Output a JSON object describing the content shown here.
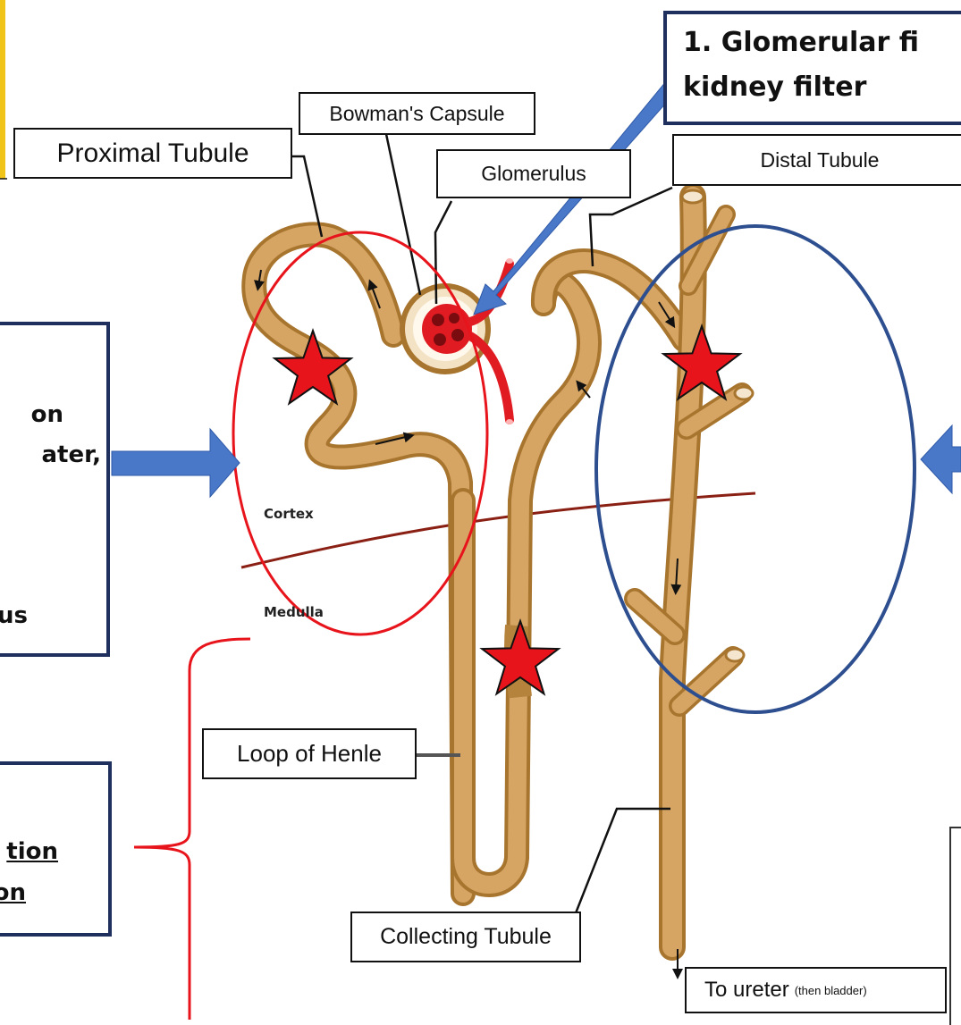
{
  "labels": {
    "bowmans_capsule": "Bowman's Capsule",
    "proximal_tubule": "Proximal Tubule",
    "glomerulus": "Glomerulus",
    "distal_tubule": "Distal Tubule",
    "loop_of_henle": "Loop of Henle",
    "collecting_tubule": "Collecting Tubule",
    "to_ureter": "To ureter",
    "to_ureter_note": "(then bladder)",
    "cortex": "Cortex",
    "medulla": "Medulla"
  },
  "callouts": {
    "glomerular": {
      "line1": "1. Glomerular fi",
      "line2": "kidney filter"
    },
    "left_top": {
      "line1": "on",
      "line2": "ater,",
      "line3": "us"
    },
    "left_bottom": {
      "line1": "tion",
      "line2": "on"
    }
  },
  "colors": {
    "tubule": "#d6a463",
    "tubule_dark": "#a8752f",
    "blood": "#e01b22",
    "red_ellipse": "#e8141c",
    "blue_ellipse": "#2d4e8f",
    "arrow_blue": "#4a78c8",
    "box_border": "#1f2f5e",
    "boundary_line": "#8a1f14",
    "star": "#e8141c"
  },
  "icons": [
    "star-icon",
    "arrow-icon"
  ]
}
